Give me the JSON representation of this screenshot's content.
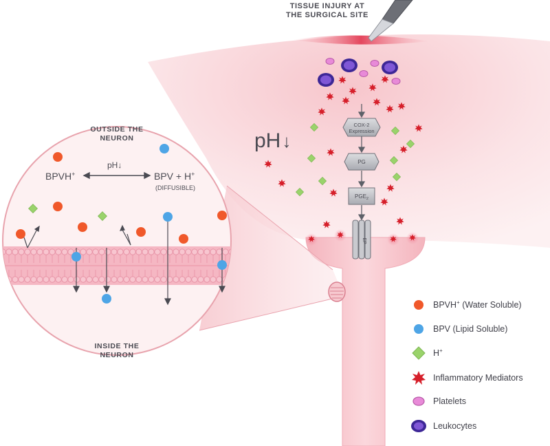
{
  "title": {
    "line1": "TISSUE INJURY AT",
    "line2": "THE SURGICAL SITE"
  },
  "pathway": {
    "cox2_line1": "COX-2",
    "cox2_line2": "Expression",
    "pg": "PG",
    "pge2": "PGE",
    "pge2_sub": "2",
    "ep": "EP"
  },
  "ph_large": {
    "text": "pH",
    "arrow": "↓"
  },
  "inset": {
    "outside_line1": "OUTSIDE THE",
    "outside_line2": "NEURON",
    "inside_line1": "INSIDE THE",
    "inside_line2": "NEURON",
    "ph_label": "pH",
    "ph_arrow": "↓",
    "left_species": "BPVH",
    "left_sup": "+",
    "right_species": "BPV + H",
    "right_sup": "+",
    "diffusible": "(DIFFUSIBLE)"
  },
  "legend": [
    {
      "icon": "water-soluble-dot-icon",
      "label": "BPVH",
      "sup": "+",
      "suffix": " (Water Soluble)",
      "color": "#f0582a"
    },
    {
      "icon": "lipid-soluble-dot-icon",
      "label": "BPV (Lipid Soluble)",
      "sup": "",
      "suffix": "",
      "color": "#4ea5e6"
    },
    {
      "icon": "hydrogen-diamond-icon",
      "label": "H",
      "sup": "+",
      "suffix": "",
      "color": "#9ad36b"
    },
    {
      "icon": "inflammatory-mediator-icon",
      "label": "Inflammatory Mediators",
      "sup": "",
      "suffix": "",
      "color": "#d61f2a"
    },
    {
      "icon": "platelet-icon",
      "label": "Platelets",
      "sup": "",
      "suffix": "",
      "color": "#e88ad8"
    },
    {
      "icon": "leukocyte-icon",
      "label": "Leukocytes",
      "sup": "",
      "suffix": "",
      "color": "#6a3fc0"
    }
  ],
  "colors": {
    "water_soluble": "#f0582a",
    "lipid_soluble": "#4ea5e6",
    "hydrogen": "#9ad36b",
    "mediator": "#d61f2a",
    "platelet": "#e88ad8",
    "leukocyte": "#6a3fc0",
    "tissue": "#f6cfd3",
    "membrane": "#f2a9b8"
  }
}
